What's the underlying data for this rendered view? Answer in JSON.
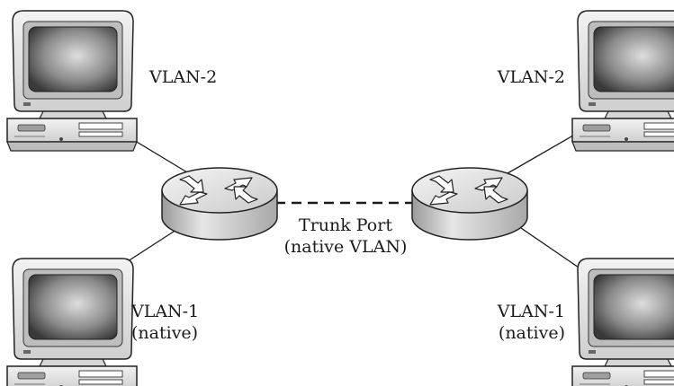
{
  "diagram": {
    "computers": [
      {
        "id": "pc-top-left",
        "vlan_line1": "VLAN-2",
        "vlan_line2": ""
      },
      {
        "id": "pc-bottom-left",
        "vlan_line1": "VLAN-1",
        "vlan_line2": "(native)"
      },
      {
        "id": "pc-top-right",
        "vlan_line1": "VLAN-2",
        "vlan_line2": ""
      },
      {
        "id": "pc-bottom-right",
        "vlan_line1": "VLAN-1",
        "vlan_line2": "(native)"
      }
    ],
    "switches": [
      {
        "id": "switch-left"
      },
      {
        "id": "switch-right"
      }
    ],
    "trunk": {
      "line1": "Trunk Port",
      "line2": "(native VLAN)",
      "style": "dashed"
    },
    "colors": {
      "line": "#1a1a1a",
      "device_light": "#e8e8e8",
      "device_mid": "#c4c4c4",
      "device_dark": "#8c8c8c",
      "screen_center": "#d9d9d9",
      "screen_edge": "#3a3a3a"
    }
  }
}
